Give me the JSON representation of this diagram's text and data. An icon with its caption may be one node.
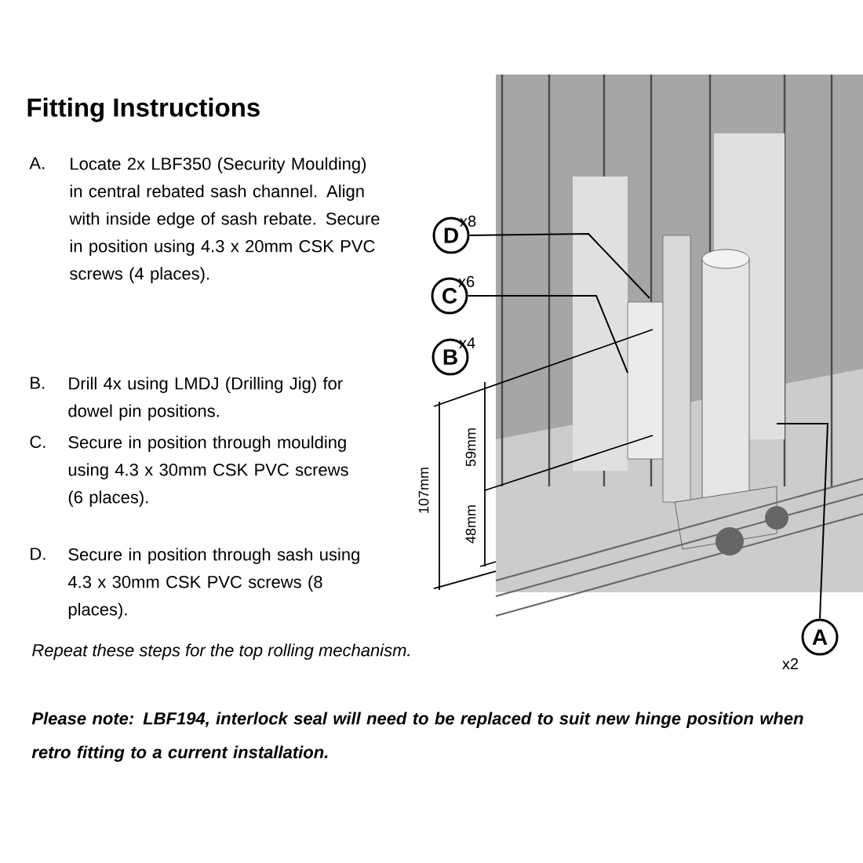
{
  "diagram": {
    "title": "Fitting Instructions",
    "nodes": [
      {
        "text": [
          "D"
        ],
        "beside": [
          "x8"
        ]
      },
      {
        "text": [
          "C"
        ],
        "beside": [
          "x6"
        ]
      },
      {
        "text": [
          "B"
        ],
        "beside": [
          "x4"
        ]
      },
      {
        "text": [
          "A"
        ],
        "beside": [
          "x2"
        ]
      }
    ],
    "edges": [
      {
        "from": 0,
        "to": null,
        "arrow": "none"
      },
      {
        "from": 1,
        "to": null,
        "arrow": "none"
      },
      {
        "from": 3,
        "to": null,
        "arrow": "none"
      }
    ],
    "labels": [
      "A.",
      "Locate 2x LBF350 (Security Moulding) in central rebated sash channel. Align with inside edge of sash rebate. Secure in position using 4.3 x 20mm CSK PVC screws (4 places).",
      "B.",
      "Drill 4x using LMDJ (Drilling Jig) for dowel pin positions.",
      "C.",
      "Secure in position through moulding using 4.3 x 30mm CSK PVC screws (6 places).",
      "D.",
      "Secure in position through sash using 4.3 x 30mm CSK  PVC screws (8 places).",
      "Repeat these steps for the top rolling mechanism.",
      "Please note: LBF194, interlock seal will need to be replaced to suit new hinge position when retro fitting to a current installation.",
      "107mm",
      "59mm",
      "48mm"
    ]
  }
}
